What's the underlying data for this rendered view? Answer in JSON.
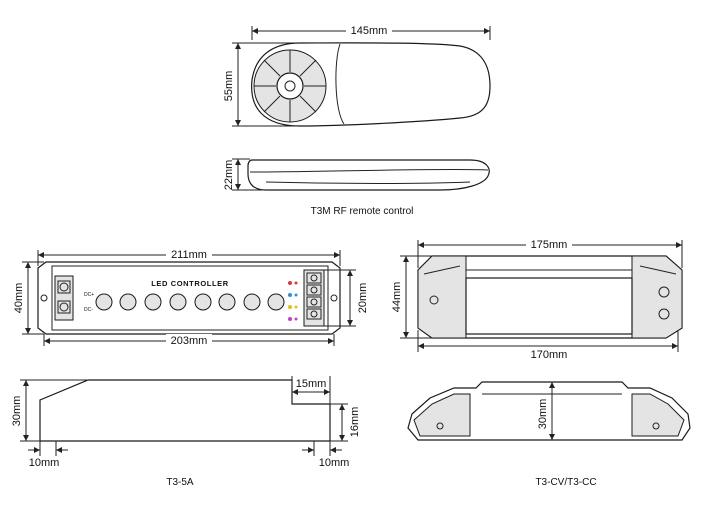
{
  "remote": {
    "width_label": "145mm",
    "height_label": "55mm",
    "thickness_label": "22mm",
    "caption": "T3M RF remote control"
  },
  "t35a": {
    "overall_label": "211mm",
    "inner_label": "203mm",
    "height_label": "40mm",
    "terminal_label": "20mm",
    "panel_text": "LED CONTROLLER",
    "side_height_label": "30mm",
    "step_label": "15mm",
    "step_height_label": "16mm",
    "left_foot_label": "10mm",
    "right_foot_label": "10mm",
    "caption": "T3-5A",
    "indicator_colors": [
      "#d93a3a",
      "#2d8fd8",
      "#e0c020",
      "#c43fb8"
    ]
  },
  "t3cv": {
    "overall_label": "175mm",
    "inner_label": "170mm",
    "height_label": "44mm",
    "side_height_label": "30mm",
    "caption": "T3-CV/T3-CC"
  }
}
